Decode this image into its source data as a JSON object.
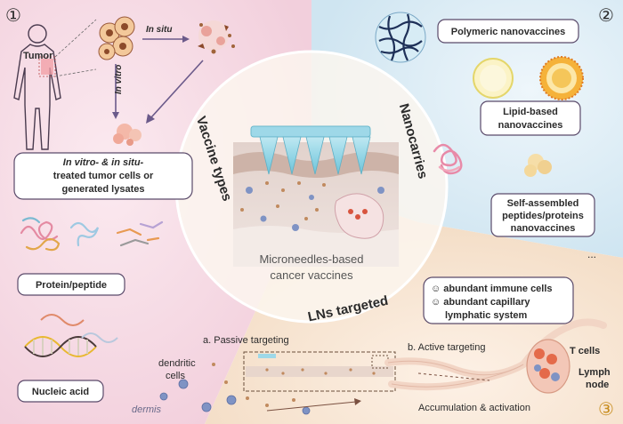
{
  "panel1": {
    "number": "①",
    "tumor_label": "Tumor",
    "in_situ": "In situ",
    "in_vitro": "In vitro",
    "box_line1": "In vitro- & in situ-",
    "box_line2": "treated tumor cells or",
    "box_line3": "generated lysates",
    "protein": "Protein/peptide",
    "nucleic": "Nucleic acid"
  },
  "panel2": {
    "number": "②",
    "polymeric": "Polymeric nanovaccines",
    "lipid_line1": "Lipid-based",
    "lipid_line2": "nanovaccines",
    "self_line1": "Self-assembled",
    "self_line2": "peptides/proteins",
    "self_line3": "nanovaccines",
    "ellipsis": "..."
  },
  "panel3": {
    "number": "③",
    "passive": "a. Passive targeting",
    "active": "b. Active targeting",
    "dendritic_line1": "dendritic",
    "dendritic_line2": "cells",
    "dermis": "dermis",
    "t_cells": "T cells",
    "lymph_line1": "Lymph",
    "lymph_line2": "node",
    "accumulation": "Accumulation & activation",
    "benefit1": "☺ abundant immune cells",
    "benefit2": "☺ abundant capillary",
    "benefit3": "lymphatic system"
  },
  "center": {
    "title_line1": "Microneedles-based",
    "title_line2": "cancer vaccines",
    "vaccine_types": "Vaccine types",
    "nanocarriers": "Nanocarries",
    "lns_targeted": "LNs targeted"
  },
  "colors": {
    "panel1_bg": "#f6d9e3",
    "panel2_bg": "#d9ebf4",
    "panel3_bg": "#f7e6d3",
    "needle": "#8fd3e4",
    "skin": "#d8c7c0"
  }
}
